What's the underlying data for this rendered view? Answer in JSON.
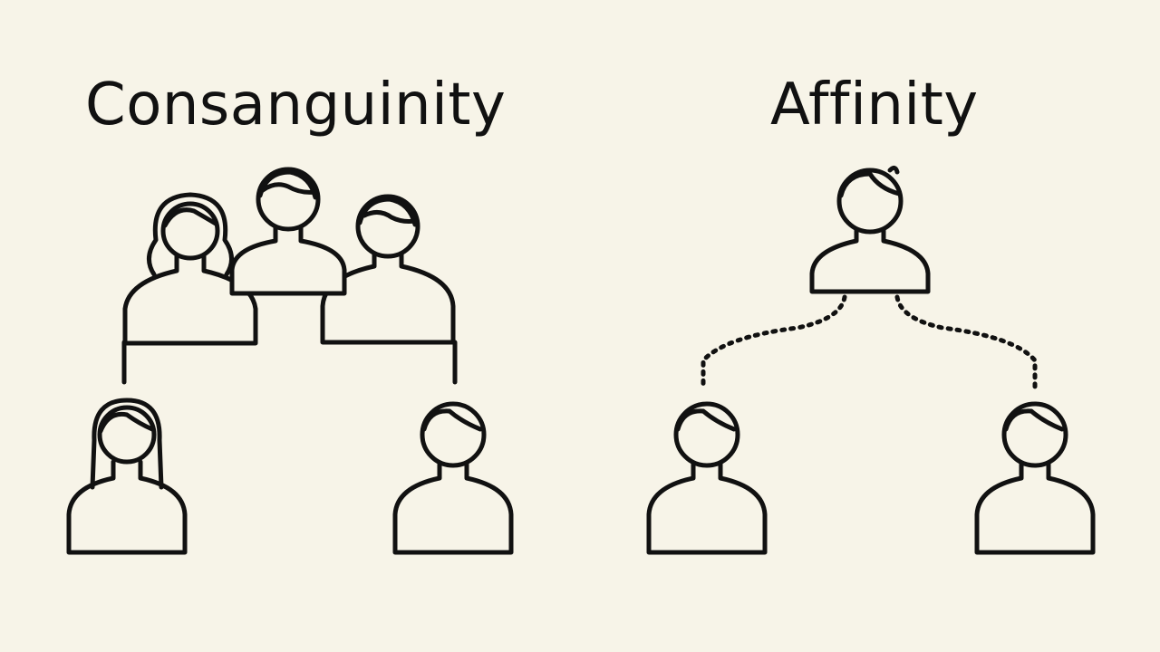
{
  "headings": {
    "left": "Consanguinity",
    "right": "Affinity"
  },
  "colors": {
    "background": "#f7f4e8",
    "stroke": "#111111"
  },
  "icons": {
    "person": "person-bust-icon"
  },
  "relations": {
    "consanguinity": "solid-line",
    "affinity": "dotted-line"
  }
}
